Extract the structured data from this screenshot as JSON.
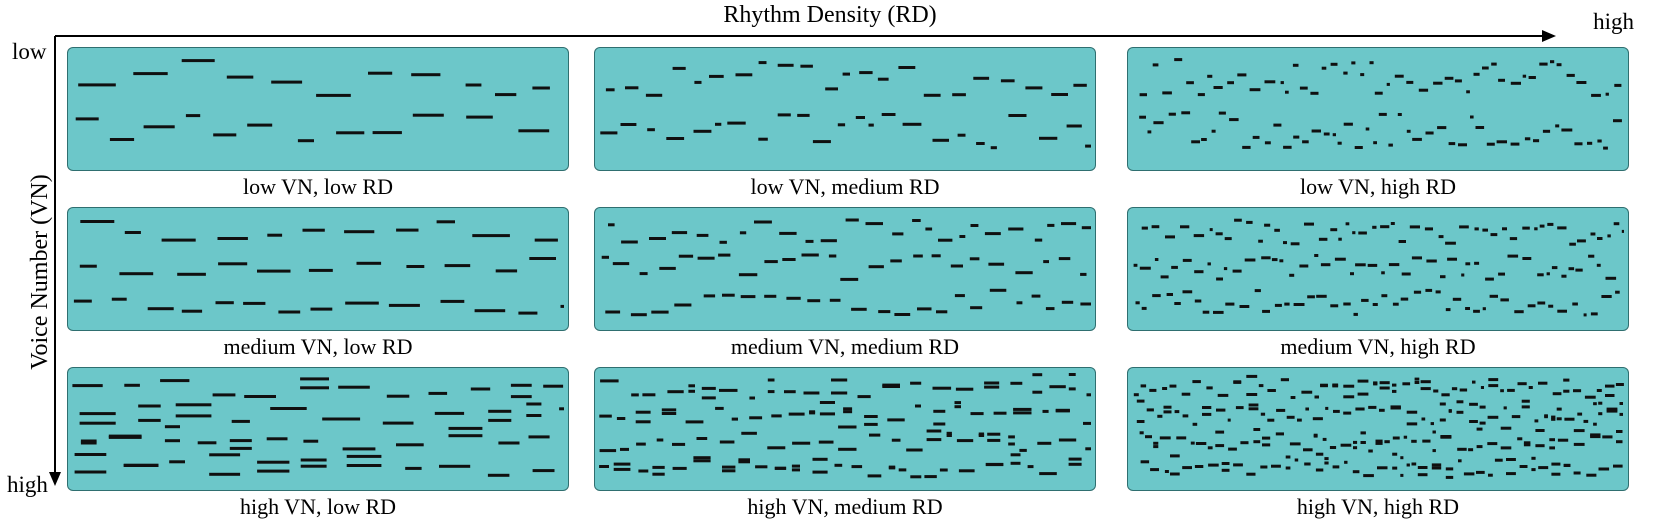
{
  "axes": {
    "x_title": "Rhythm Density (RD)",
    "x_high": "high",
    "y_title": "Voice Number (VN)",
    "y_low": "low",
    "y_high": "high"
  },
  "panels": [
    {
      "caption": "low VN, low RD",
      "voices": 2,
      "density": 0.35
    },
    {
      "caption": "low VN, medium RD",
      "voices": 2,
      "density": 0.65
    },
    {
      "caption": "low VN, high RD",
      "voices": 2,
      "density": 0.95
    },
    {
      "caption": "medium VN, low RD",
      "voices": 3,
      "density": 0.35
    },
    {
      "caption": "medium VN, medium RD",
      "voices": 3,
      "density": 0.65
    },
    {
      "caption": "medium VN, high RD",
      "voices": 3,
      "density": 0.95
    },
    {
      "caption": "high VN, low RD",
      "voices": 4,
      "density": 0.35
    },
    {
      "caption": "high VN, medium RD",
      "voices": 4,
      "density": 0.65
    },
    {
      "caption": "high VN, high RD",
      "voices": 4,
      "density": 0.95
    }
  ],
  "colors": {
    "panel_fill": "#6cc7c9",
    "note": "#101010",
    "axis": "#000000"
  }
}
